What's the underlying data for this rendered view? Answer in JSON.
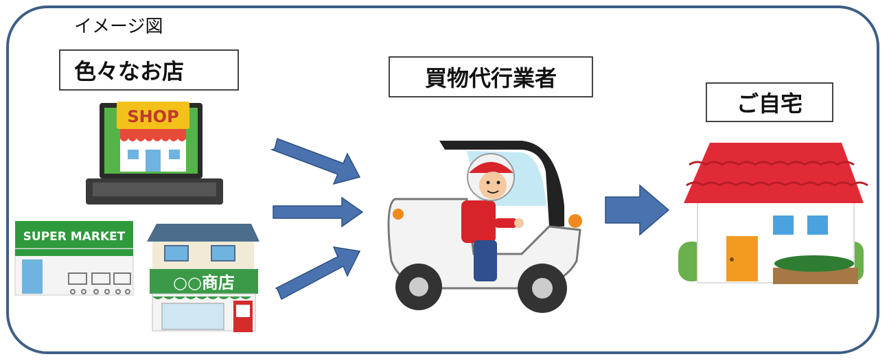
{
  "diagram": {
    "title": "イメージ図",
    "labels": {
      "shops": "色々なお店",
      "agent": "買物代行業者",
      "home": "ご自宅"
    },
    "signs": {
      "online_shop": "SHOP",
      "supermarket": "SUPER MARKET",
      "local_store": "○○商店"
    },
    "colors": {
      "frame": "#3e5e86",
      "arrow": "#4a72ae",
      "roof": "#e02b36",
      "shop_sign": "#f3c11a",
      "supermarket_green": "#2e9a3c",
      "store_sign_green": "#3a9a47"
    }
  }
}
